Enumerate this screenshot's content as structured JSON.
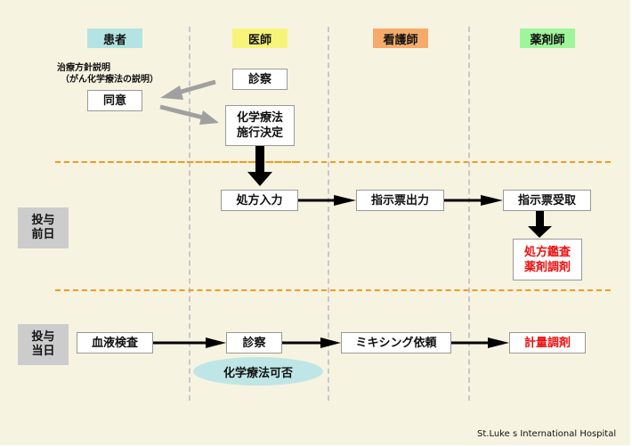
{
  "columns": [
    {
      "label": "患者",
      "color": "#b3e3e3"
    },
    {
      "label": "医師",
      "color": "#f6f57a"
    },
    {
      "label": "看護師",
      "color": "#f5ab6a"
    },
    {
      "label": "薬剤師",
      "color": "#9ff59a"
    }
  ],
  "patient_note": {
    "line1": "治療方針説明",
    "line2": "（がん化学療法の説明）"
  },
  "pre_phase": {
    "patient_consent": "同意",
    "doctor_exam": "診察",
    "doctor_decision_line1": "化学療法",
    "doctor_decision_line2": "施行決定"
  },
  "day_before": {
    "label_line1": "投与",
    "label_line2": "前日",
    "doctor_order": "処方入力",
    "nurse_output": "指示票出力",
    "pharmacist_receive": "指示票受取",
    "pharmacist_audit_line1": "処方鑑査",
    "pharmacist_audit_line2": "薬剤調剤"
  },
  "day_of": {
    "label_line1": "投与",
    "label_line2": "当日",
    "patient_blood_test": "血液検査",
    "doctor_exam": "診察",
    "doctor_judgement": "化学療法可否",
    "nurse_mixing_request": "ミキシング依頼",
    "pharmacist_dosing": "計量調剤"
  },
  "colors": {
    "background": "#f7f3e1",
    "phase_divider": "#f39a1e",
    "lane_divider": "#c8c8c8",
    "highlight_text": "#ee1111",
    "gray_arrow": "#a0a0a0",
    "black_arrow": "#000000"
  },
  "footer": "St.Luke s International Hospital"
}
